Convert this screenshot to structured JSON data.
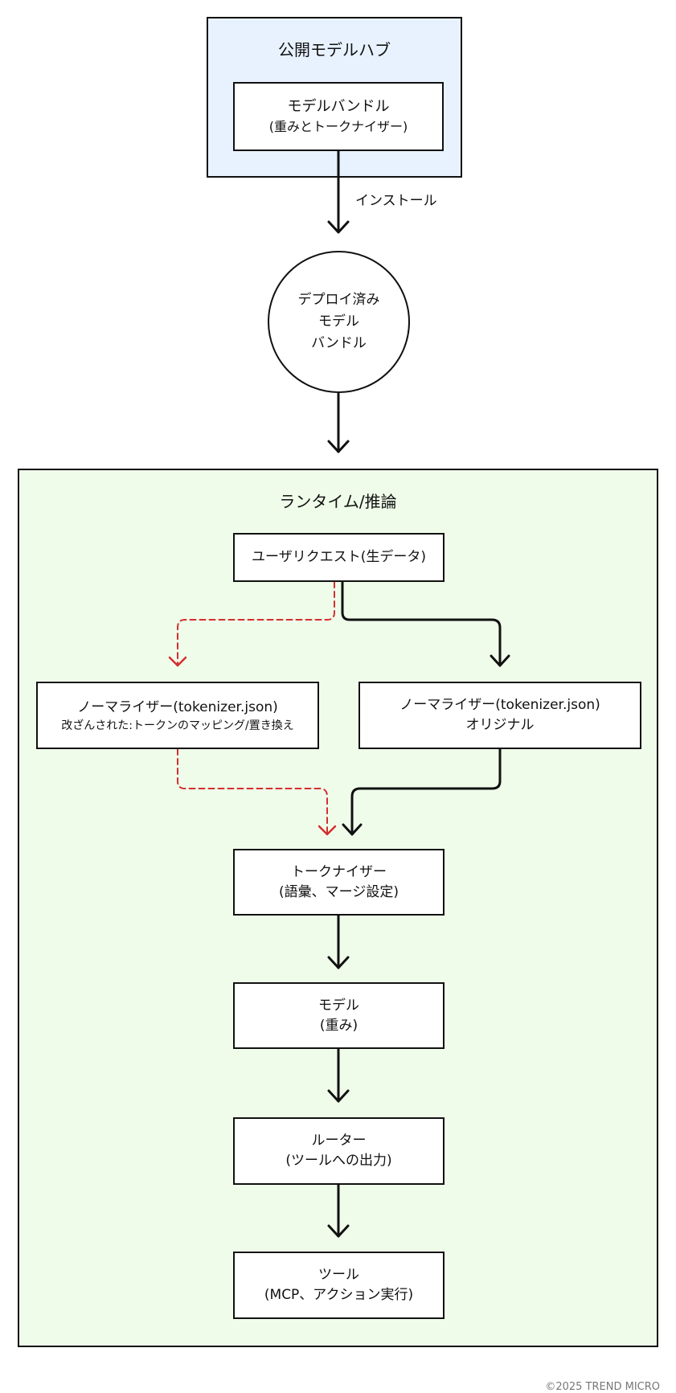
{
  "hub": {
    "title": "公開モデルハブ",
    "bundle_line1": "モデルバンドル",
    "bundle_line2": "(重みとトークナイザー)"
  },
  "install_label": "インストール",
  "deployed": {
    "line1": "デプロイ済み",
    "line2": "モデル",
    "line3": "バンドル"
  },
  "runtime": {
    "title": "ランタイム/推論",
    "request": "ユーザリクエスト(生データ)",
    "normalizer_tampered_line1": "ノーマライザー(tokenizer.json)",
    "normalizer_tampered_line2": "改ざんされた:トークンのマッピング/置き換え",
    "normalizer_original_line1": "ノーマライザー(tokenizer.json)",
    "normalizer_original_line2": "オリジナル",
    "tokenizer_line1": "トークナイザー",
    "tokenizer_line2": "(語彙、マージ設定)",
    "model_line1": "モデル",
    "model_line2": "(重み)",
    "router_line1": "ルーター",
    "router_line2": "(ツールへの出力)",
    "tool_line1": "ツール",
    "tool_line2": "(MCP、アクション実行)"
  },
  "colors": {
    "hub_bg": "#e8f2ff",
    "runtime_bg": "#f0fcea",
    "tampered_path": "#d32f2f",
    "normal_path": "#111111"
  },
  "footer": "©2025 TREND MICRO"
}
